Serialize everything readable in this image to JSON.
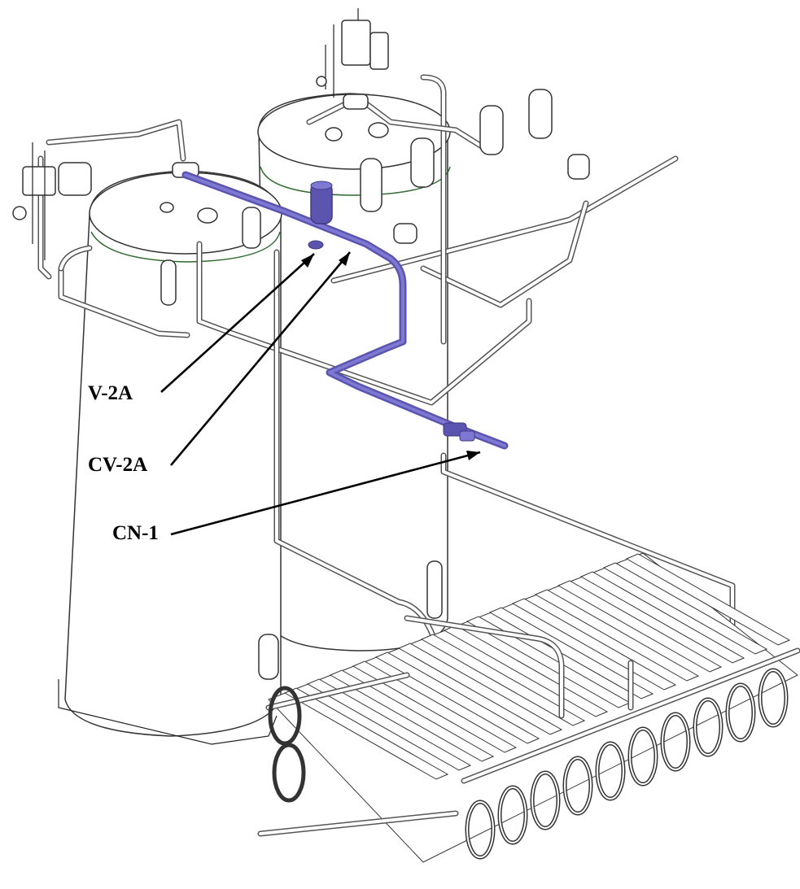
{
  "diagram": {
    "colors": {
      "highlight_pipe": "#5b55b0",
      "line_art": "#333333",
      "tank_seam": "#2d6a2d",
      "background": "#ffffff"
    },
    "callouts": [
      {
        "id": "v2a",
        "text": "V-2A"
      },
      {
        "id": "cv2a",
        "text": "CV-2A"
      },
      {
        "id": "cn1",
        "text": "CN-1"
      }
    ]
  }
}
